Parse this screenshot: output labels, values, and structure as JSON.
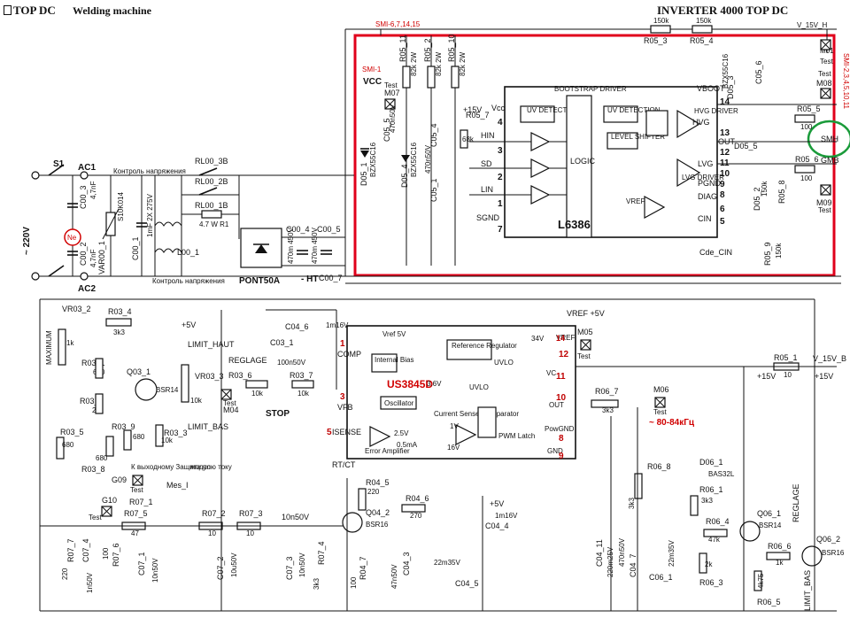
{
  "header": {
    "left_model": "TOP DC",
    "left_title": "Welding machine",
    "right_title": "INVERTER 4000 TOP DC"
  },
  "colors": {
    "highlight_box": "#e0001b",
    "highlight_circle": "#1a9b3a",
    "ic_label": "#d10000",
    "wire": "#111111"
  },
  "top_marks": {
    "sm1": "SMI-6,7,14,15",
    "sm_vcc": "SMI-1",
    "vcc": "VCC",
    "v15_h": "V_15V_H",
    "sm_right": "SMI-2,3,4,5,10,11"
  },
  "input": {
    "s1": "S1",
    "ac1": "AC1",
    "ac2": "AC2",
    "mains": "~ 220V",
    "c00_3": "C00_3",
    "c00_2": "C00_2",
    "var00_1": "VAR00_1",
    "c00_1": "C00_1",
    "ne": "Ne",
    "cap_47": "4,7nF",
    "var_val": "S10K014",
    "c1_val": "1mF 2X 275V",
    "ctrl_top": "Контроль напряжения",
    "ctrl_bot": "Контроль напряжения",
    "l00_1": "L00_1",
    "rl3b": "RL00_3B",
    "rl2b": "RL00_2B",
    "rl1b": "RL00_1B",
    "r1": "4.7 W  R1",
    "bridge": "PONT50A",
    "ht": "- HT",
    "c00_4": "C00_4",
    "c00_5": "C00_5",
    "c00_7": "C00_7",
    "cap_470": "470m 450V"
  },
  "driver": {
    "ic": "L6386",
    "bootstrap": "BOOTSTRAP DRIVER",
    "uv_det_l": "UV DETECTION",
    "uv_det_r": "UV DETECTION",
    "logic": "LOGIC",
    "level_shifter": "LEVEL SHIFTER",
    "hvg_driver": "HVG DRIVER",
    "lvg_driver": "LVG DRIVER",
    "vref": "VREF",
    "vboot": "VBOOT",
    "hvg": "HVG",
    "out": "OUT",
    "lvg": "LVG",
    "pgnd": "PGND",
    "diag": "DIAG",
    "cin": "CIN",
    "sgnd": "SGND",
    "vcc_in": "Vcc",
    "hin": "HIN",
    "sd": "SD",
    "lin": "LIN",
    "p15v": "+15V",
    "pins": [
      "4",
      "3",
      "2",
      "1",
      "7",
      "14",
      "13",
      "12",
      "11",
      "10",
      "9",
      "8",
      "6",
      "5"
    ],
    "m07": "M07",
    "m01": "M01",
    "m08": "M08",
    "m09": "M09",
    "test": "Test",
    "r05_3": "R05_3",
    "r05_4": "R05_4",
    "r150k": "150k",
    "r05_1x": "R05_11",
    "r05_2": "R05_2",
    "r05_10": "R05_10",
    "r82k": "82k 2W",
    "r05_7": "R05_7",
    "r68k": "68k",
    "r05_5": "R05_5",
    "r05_6": "R05_6",
    "r100": "100",
    "r05_8": "R05_8",
    "r05_9": "R05_9",
    "r150": "150k",
    "d05_1": "D05_1",
    "d05_4": "D05_4",
    "d05_3": "D05_3",
    "d05_2": "D05_2",
    "d05_5": "D05_5",
    "c05_5": "C05_5",
    "c05_4": "C05_4",
    "c05_1": "C05_1",
    "c05_6": "C05_6",
    "bzx": "BZX55C16",
    "c470": "470n50V",
    "smh": "SMH",
    "gmb": "GMB",
    "cde": "Cde_CIN"
  },
  "pwm": {
    "ic": "US3845D",
    "vref5": "Vref 5V",
    "internal_bias": "Internal Bias",
    "ref_reg": "Reference Regulator",
    "uvlo1": "UVLO",
    "uvlo2": "UVLO",
    "oscillator": "Oscillator",
    "cs_comp": "Current Sense Comparator",
    "pwm_latch": "PWM Latch",
    "error_amp": "Error Amplifier",
    "comp": "COMP",
    "vfb": "VFB",
    "isense": "ISENSE",
    "rtct": "RT/CT",
    "vref_pin": "VREF",
    "vc": "VC",
    "outp": "OUT",
    "pgnd": "PowGND",
    "gnd": "GND",
    "pin_1": "1",
    "pin_3": "3",
    "pin_5": "5",
    "pin_14": "14",
    "pin_12": "12",
    "pin_11": "11",
    "pin_10": "10",
    "pin_8": "8",
    "pin_9": "9",
    "v25": "2.5V",
    "v36": "3.6V",
    "ma": "0.5mA",
    "v1": "1V",
    "v34": "34V",
    "v16": "16V",
    "vref_p5": "VREF +5V",
    "p5v": "+5V",
    "m05": "M05",
    "test": "Test"
  },
  "left": {
    "vr03_2": "VR03_2",
    "r03_4": "R03_4",
    "r3k3": "3k3",
    "max": "MAXIMUM",
    "r1k": "1k",
    "r03_1": "R03_1",
    "r680": "680",
    "q03_1": "Q03_1",
    "bsr14": "BSR14",
    "r03_2": "R03_2",
    "r2k2": "2k2",
    "r03_9": "R03_9",
    "r03_5": "R03_5",
    "r03_8": "R03_8",
    "r03_3": "R03_3",
    "r10k": "10k",
    "vr03_3": "VR03_3",
    "reglage": "REGLAGE",
    "limit_haut": "LIMIT_HAUT",
    "limit_bas": "LIMIT_BAS",
    "p5v": "+5V",
    "m04": "M04",
    "test": "Test",
    "stop": "STOP",
    "r03_6": "R03_6",
    "r03_7": "R03_7",
    "c03_1": "C03_1",
    "c100n": "100n50V",
    "c04_6": "C04_6",
    "c1m16": "1m16V",
    "k_vyh": "К выходному Защита по",
    "k_mod": "модулю току",
    "g09": "G09",
    "g10": "G10",
    "mes_i": "Mes_I",
    "r07_1": "R07_1",
    "r07_5": "R07_5",
    "r47": "47",
    "r07_2": "R07_2",
    "r07_3": "R07_3",
    "r10": "10",
    "c10n50": "10n50V",
    "r07_7": "R07_7",
    "c07_4": "C07_4",
    "r07_6": "R07_6",
    "c07_1": "C07_1",
    "c07_2": "C07_2",
    "c07_3": "C07_3",
    "r07_4": "R07_4",
    "r220": "220",
    "c1n50": "1n50V",
    "c10n": "10n50V",
    "c10u": "10u50V",
    "r3k": "3k3",
    "r100": "100"
  },
  "bottom": {
    "r04_5": "R04_5",
    "r220": "220",
    "q04_2": "Q04_2",
    "bsr16": "BSR16",
    "r04_6": "R04_6",
    "r270": "270",
    "p5v": "+5V",
    "c04_4": "C04_4",
    "c1m16": "1m16V",
    "r04_7": "R04_7",
    "r100": "100",
    "c04_3": "C04_3",
    "c47n": "47n50V",
    "c04_5": "C04_5",
    "c22m": "22m35V",
    "r06_7": "R06_7",
    "r3k3": "3k3",
    "m06": "M06",
    "freq": "~ 80-84кГц",
    "test": "Test",
    "c04_11": "C04_11",
    "c220m": "220m25V",
    "c04_7": "C04_7",
    "c470n": "470n50V",
    "r06_8": "R06_8",
    "r05_1": "R05_1",
    "r10": "10",
    "v15_b": "V_15V_B",
    "p15v": "+15V",
    "d06_1": "D06_1",
    "bas32": "BAS32L",
    "r06_1": "R06_1",
    "r06_4": "R06_4",
    "r47k": "47k",
    "q06_1": "Q06_1",
    "bsr14": "BSR14",
    "c06_1": "C06_1",
    "c22m2": "22m35V",
    "r06_3": "R06_3",
    "r2k": "2k",
    "r06_6": "R06_6",
    "r1k": "1k",
    "q06_2": "Q06_2",
    "r06_5": "R06_5",
    "r4k75": "4k75",
    "reglage": "REGLAGE",
    "limit_bas": "LIMIT_BAS"
  }
}
